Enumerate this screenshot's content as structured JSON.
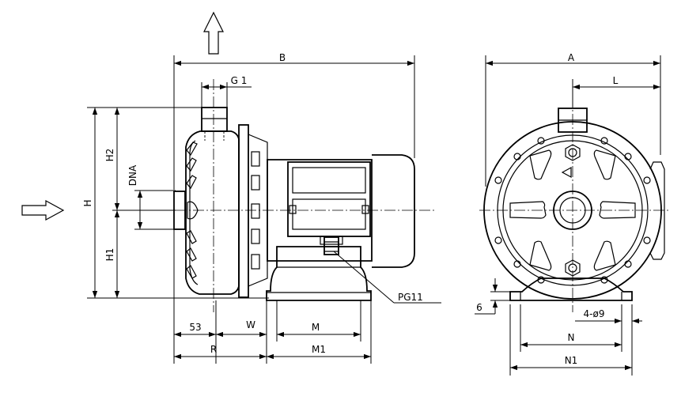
{
  "front_view": {
    "overall_length": "B",
    "discharge_thread": "G 1",
    "height_total": "H",
    "height_upper": "H2",
    "height_lower": "H1",
    "nozzle": "DNA",
    "pump_offset": "53",
    "dim_w": "W",
    "dim_m": "M",
    "dim_r": "R",
    "dim_m1": "M1",
    "cable_gland": "PG11"
  },
  "side_view": {
    "overall_width": "A",
    "half_width": "L",
    "foot_thickness": "6",
    "mount_holes": "4-ø9",
    "dim_n": "N",
    "dim_n1": "N1"
  }
}
